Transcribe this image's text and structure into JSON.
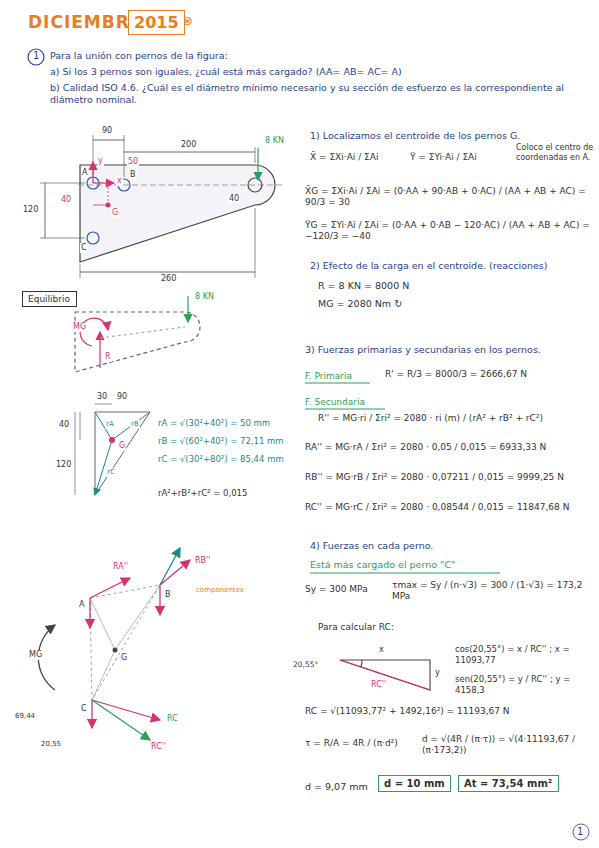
{
  "diagram": {
    "title": "DICIEMBRE",
    "nodes": [
      {
        "text": [
          "2015"
        ]
      },
      {
        "text": [
          "Equilibrio"
        ]
      },
      {
        "text": [
          "d = 10 mm"
        ]
      },
      {
        "text": [
          "At = 73,54 mm²"
        ]
      }
    ],
    "labels": [
      "⊗",
      "1",
      "Para la unión con pernos de la figura:",
      "a) Si los 3 pernos son iguales, ¿cuál está más cargado? (AA= AB= AC= A)",
      "b) Calidad ISO 4.6. ¿Cuál es el diámetro mínimo necesario y su sección de esfuerzo es la correspondiente al diámetro nominal.",
      "90",
      "50",
      "200",
      "8 KN",
      "y",
      "x",
      "A",
      "B",
      "G",
      "40",
      "C",
      "120",
      "40",
      "260",
      "8 KN",
      "MG",
      "R",
      "30",
      "90",
      "40",
      "120",
      "G",
      "rA",
      "rB",
      "rC",
      "rA = √(30²+40²) = 50 mm",
      "rB = √(60²+40²) = 72,11 mm",
      "rC = √(30²+80²) = 85,44 mm",
      "rA²+rB²+rC² = 0,015",
      "RA''",
      "RB''",
      "componentes",
      "A",
      "B",
      "G",
      "MG",
      "C",
      "69,44",
      "20,55",
      "RC''",
      "RC",
      "1) Localizamos el centroide de los pernos G.",
      "X̄ = ΣXi·Ai / ΣAi",
      "Ȳ = ΣYi·Ai / ΣAi",
      "Coloco el centro de coordenadas en A.",
      "X̄G = ΣXi·Ai / ΣAi = (0·AA + 90·AB + 0·AC) / (AA + AB + AC) = 90/3 = 30",
      "ȲG = ΣYi·Ai / ΣAi = (0·AA + 0·AB − 120·AC) / (AA + AB + AC) = −120/3 = −40",
      "2) Efecto de la carga en el centroide. (reacciones)",
      "R = 8 KN = 8000 N",
      "MG = 2080 Nm ↻",
      "3) Fuerzas primarias y secundarias en los pernos.",
      "F. Primaria",
      "R' = R/3 = 8000/3 = 2666,67 N",
      "F. Secundaria",
      "R'' = MG·ri / Σri² = 2080 · ri (m) / (rA² + rB² + rC²)",
      "RA'' = MG·rA / Σri² = 2080 · 0,05 / 0,015 = 6933,33 N",
      "RB'' = MG·rB / Σri² = 2080 · 0,07211 / 0,015 = 9999,25 N",
      "RC'' = MG·rC / Σri² = 2080 · 0,08544 / 0,015 = 11847,68 N",
      "4) Fuerzas en cada perno.",
      "Está más cargado el perno \"C\"",
      "Sy = 300 MPa",
      "τmax = Sy / (n·√3) = 300 / (1·√3) = 173,2 MPa",
      "Para calcular RC:",
      "x",
      "20,55°",
      "y",
      "RC''",
      "cos(20,55°) = x / RC'' ; x = 11093,77",
      "sen(20,55°) = y / RC'' ; y = 4158,3",
      "RC = √(11093,77² + 1492,16²) = 11193,67 N",
      "τ = R/A = 4R / (π·d²)",
      "d = √(4R / (π·τ)) = √(4·11193,67 / (π·173,2))",
      "d = 9,07 mm",
      "1"
    ]
  }
}
